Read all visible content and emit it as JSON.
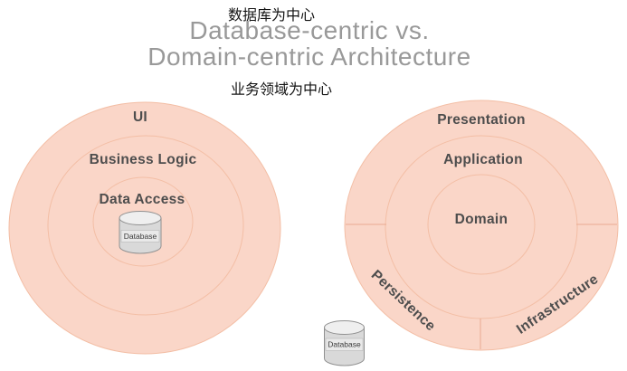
{
  "header": {
    "caption_top": "数据库为中心",
    "title_line1": "Database-centric vs.",
    "title_line2": "Domain-centric Architecture",
    "caption_bottom": "业务领域为中心"
  },
  "left_diagram": {
    "name": "database-centric-architecture",
    "layers": [
      {
        "label": "UI"
      },
      {
        "label": "Business Logic"
      },
      {
        "label": "Data Access"
      }
    ],
    "database_label": "Database"
  },
  "right_diagram": {
    "name": "domain-centric-architecture",
    "layers": [
      {
        "label": "Presentation"
      },
      {
        "label": "Application"
      },
      {
        "label": "Domain"
      }
    ],
    "outer_sectors": [
      {
        "label": "Persistence"
      },
      {
        "label": "Infrastructure"
      }
    ],
    "database_label": "Database"
  },
  "colors": {
    "circle_fill": "#fad6c8",
    "circle_stroke": "#f3bea5",
    "divider_stroke": "#e9ab92",
    "layer_text": "#4d4d4d",
    "title_gray": "#999999",
    "caption_black": "#141414",
    "cylinder_body": "#d9d9d9",
    "cylinder_top": "#efefef",
    "cylinder_stroke": "#919191",
    "cylinder_label_bg": "#e9e9e9",
    "cylinder_label_border": "#b0b0b0"
  }
}
